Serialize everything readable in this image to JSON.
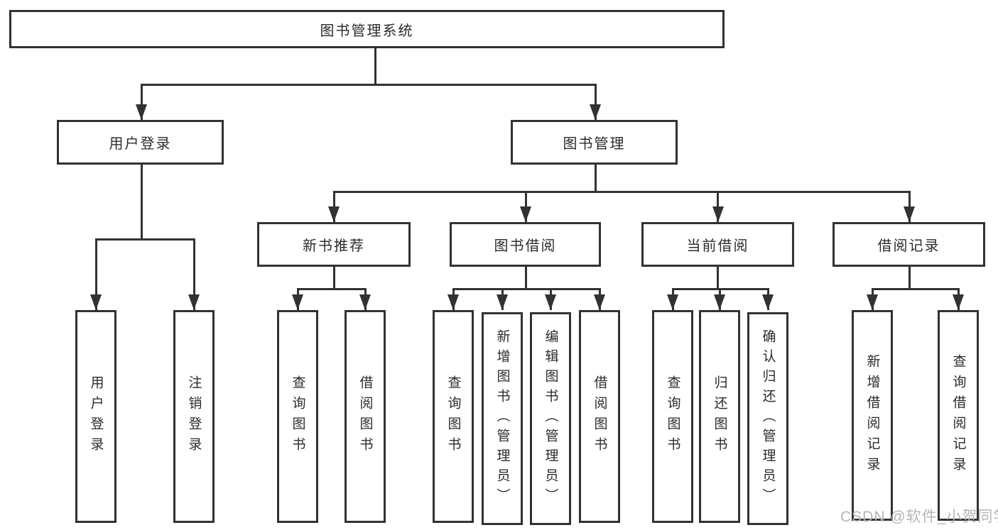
{
  "title": "图书管理系统",
  "level2": {
    "left": "用户登录",
    "right": "图书管理"
  },
  "login_children": [
    "用户登录",
    "注销登录"
  ],
  "modules": [
    "新书推荐",
    "图书借阅",
    "当前借阅",
    "借阅记录"
  ],
  "leaves": {
    "recommend": [
      "查询图书",
      "借阅图书"
    ],
    "borrow": [
      "查询图书",
      "新增图书（管理员）",
      "编辑图书（管理员）",
      "借阅图书"
    ],
    "current": [
      "查询图书",
      "归还图书",
      "确认归还（管理员）"
    ],
    "records": [
      "新增借阅记录",
      "查询借阅记录"
    ]
  },
  "watermark": "CSDN @软件_小贺同学",
  "colors": {
    "line": "#323232",
    "box_border": "#323232",
    "text": "#2b2b2b",
    "watermark": "#b5b5b5",
    "background": "#ffffff"
  }
}
